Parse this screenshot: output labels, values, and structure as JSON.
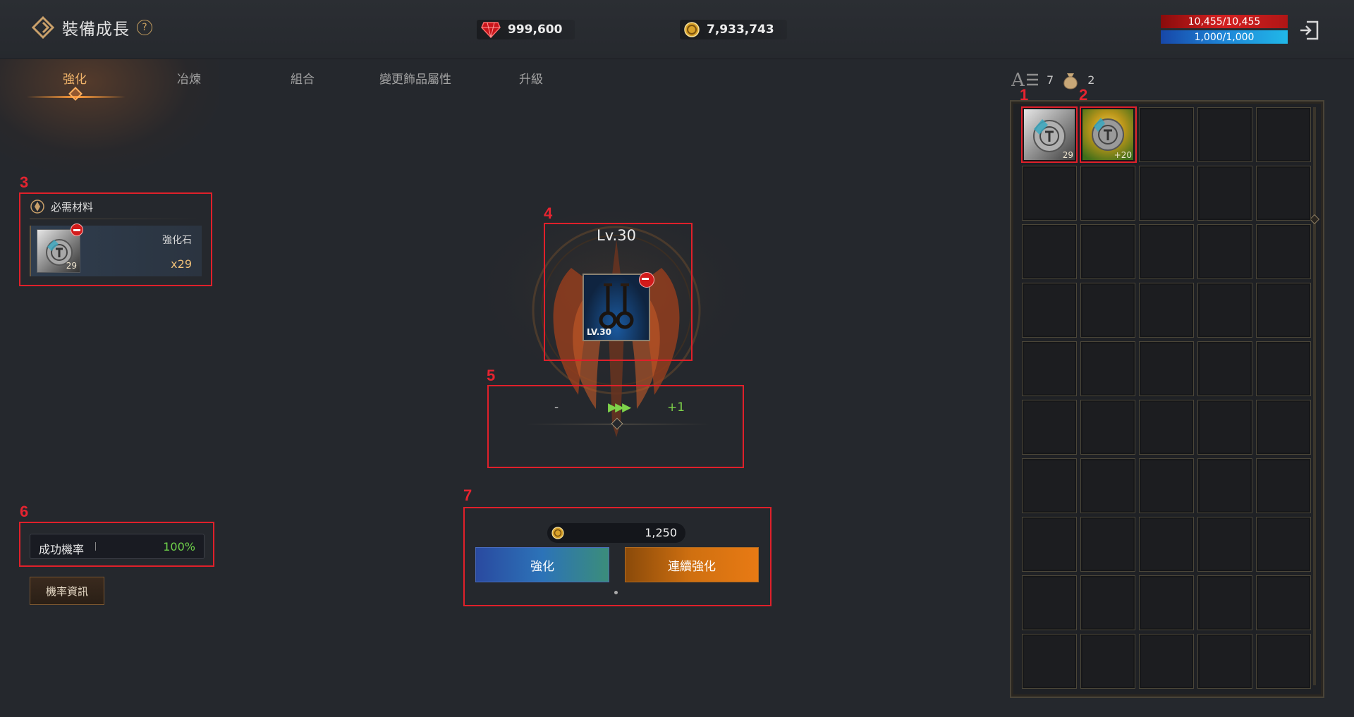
{
  "header": {
    "title": "裝備成長",
    "help_label": "?",
    "gems": "999,600",
    "gold": "7,933,743",
    "hp": "10,455/10,455",
    "mp": "1,000/1,000",
    "icons": {
      "title": "forge-icon",
      "gem": "red-gem-icon",
      "gold": "gold-coin-icon",
      "exit": "exit-icon"
    }
  },
  "tabs": [
    {
      "label": "強化",
      "active": true
    },
    {
      "label": "冶煉",
      "active": false
    },
    {
      "label": "組合",
      "active": false
    },
    {
      "label": "變更飾品屬性",
      "active": false
    },
    {
      "label": "升級",
      "active": false
    }
  ],
  "callouts": [
    "1",
    "2",
    "3",
    "4",
    "5",
    "6",
    "7"
  ],
  "materials": {
    "header": "必需材料",
    "item_name": "強化石",
    "item_count": "29",
    "required": "x29"
  },
  "equipment": {
    "level_title": "Lv.30",
    "slot_level": "LV.30"
  },
  "upgrade_preview": {
    "current": "-",
    "next": "+1"
  },
  "success": {
    "label": "成功機率",
    "value": "100%"
  },
  "probability_button": "機率資訊",
  "cost": "1,250",
  "buttons": {
    "enhance": "強化",
    "continuous_enhance": "連續強化"
  },
  "inventory": {
    "sort_count": "7",
    "bag_count": "2",
    "items": [
      {
        "count": "29"
      },
      {
        "count": "+20"
      }
    ]
  },
  "colors": {
    "accent": "#f0b36a",
    "highlight": "#e0202a",
    "success": "#6ed24a"
  }
}
